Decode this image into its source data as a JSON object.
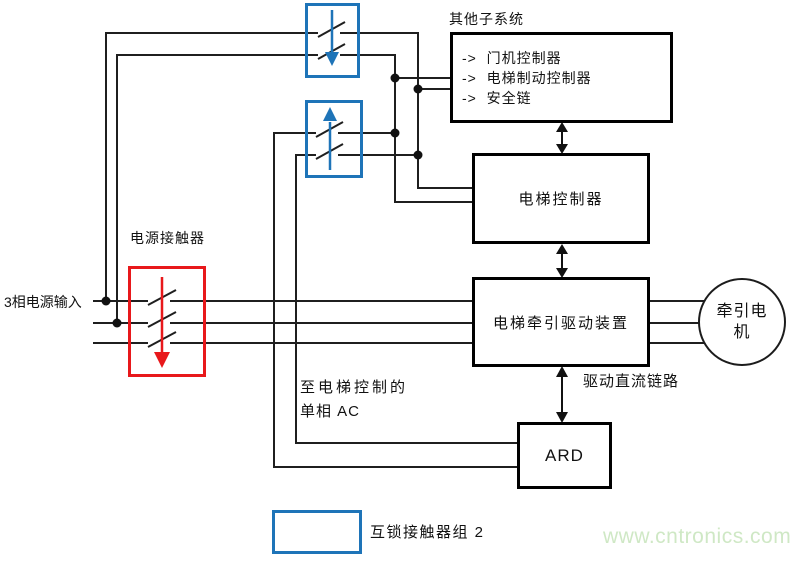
{
  "diagram_title": "elevator-power-control-diagram",
  "colors": {
    "wire": "#1f1f1f",
    "box_border": "#000000",
    "interlock_blue": "#1e74b8",
    "contactor_red": "#e8181b",
    "watermark_green": "#cfe8c5"
  },
  "blocks": {
    "subsystems": {
      "title": "其他子系统",
      "items": [
        "->  门机控制器",
        "->  电梯制动控制器",
        "->  安全链"
      ]
    },
    "controller": {
      "label": "电梯控制器"
    },
    "traction_drive": {
      "label": "电梯牵引驱动装置"
    },
    "ard": {
      "label": "ARD"
    },
    "motor": {
      "label": "牵引电机"
    }
  },
  "labels": {
    "three_phase_input": "3相电源输入",
    "power_contactor": "电源接触器",
    "single_phase_ac_line1": "至电梯控制的",
    "single_phase_ac_line2": "单相 AC",
    "dc_link": "驱动直流链路",
    "interlock_legend": "互锁接触器组 2",
    "watermark": "www.cntronics.com"
  }
}
